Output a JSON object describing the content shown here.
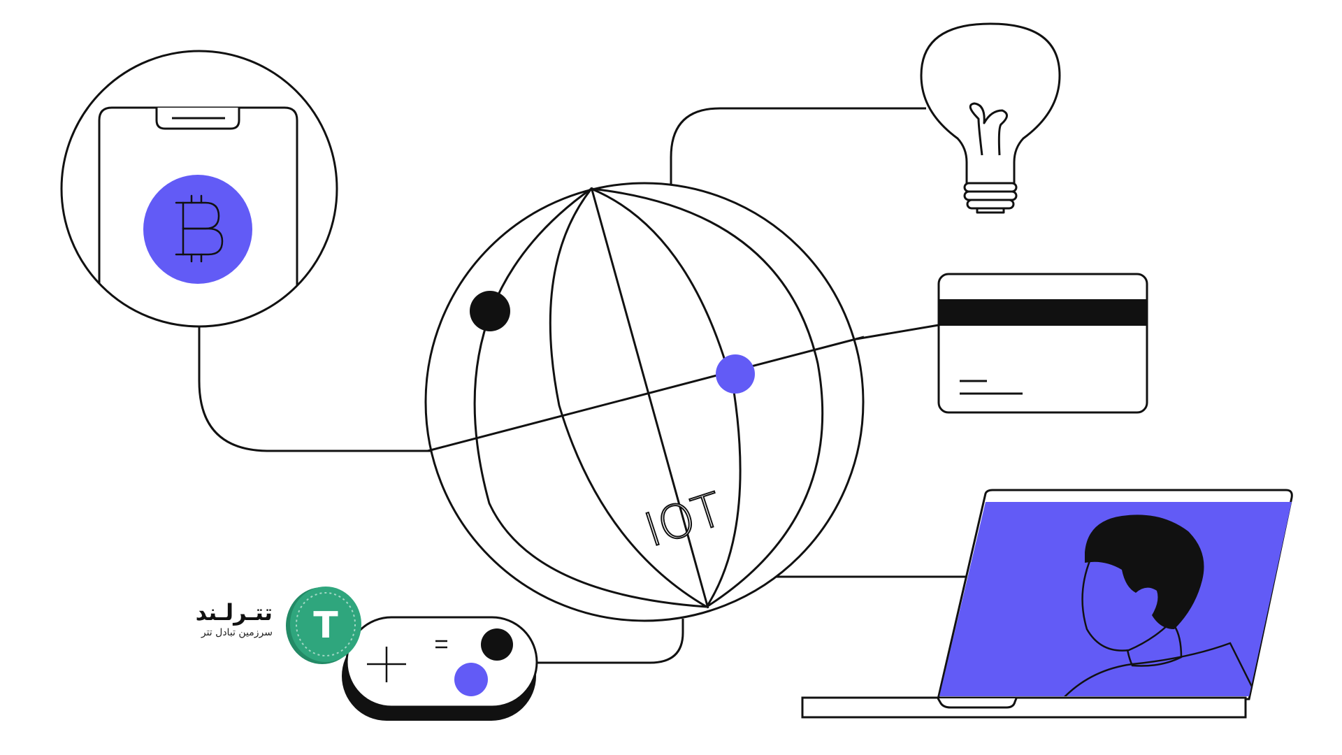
{
  "colors": {
    "accent": "#625bf6",
    "ink": "#111111",
    "background": "#ffffff",
    "coin_green": "#2fa67d",
    "coin_green_dark": "#238a66"
  },
  "diagram": {
    "center_label": "IOT",
    "nodes": [
      {
        "id": "phone",
        "icon": "bitcoin-icon"
      },
      {
        "id": "lightbulb",
        "icon": "lightbulb-icon"
      },
      {
        "id": "card",
        "icon": "credit-card-icon"
      },
      {
        "id": "laptop",
        "icon": "laptop-user-icon"
      },
      {
        "id": "pill",
        "icon": "plus-equals-icon"
      }
    ],
    "pill_symbols": {
      "plus": "+",
      "equals": "="
    }
  },
  "logo": {
    "coin_letter": "T",
    "name": "تتـرلـند",
    "tagline": "سرزمین تبادل تتر"
  }
}
